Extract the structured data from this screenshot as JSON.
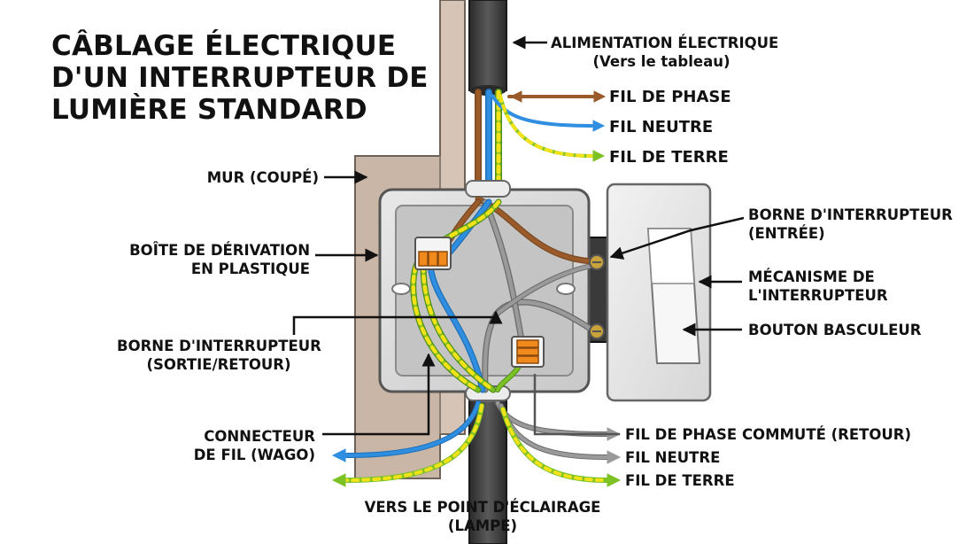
{
  "title": {
    "line1": "CÂBLAGE ÉLECTRIQUE",
    "line2": "D'UN INTERRUPTEUR DE",
    "line3": "LUMIÈRE STANDARD"
  },
  "labels": {
    "alimentation": "ALIMENTATION ÉLECTRIQUE",
    "alimentation_sub": "(Vers le tableau)",
    "fil_phase_top": "FIL DE PHASE",
    "fil_neutre_top": "FIL NEUTRE",
    "fil_terre_top": "FIL DE TERRE",
    "mur": "MUR (COUPÉ)",
    "boite_1": "BOÎTE DE DÉRIVATION",
    "boite_2": "EN PLASTIQUE",
    "borne_sortie_1": "BORNE D'INTERRUPTEUR",
    "borne_sortie_2": "(SORTIE/RETOUR)",
    "connecteur_1": "CONNECTEUR",
    "connecteur_2": "DE FIL (WAGO)",
    "eclairage_1": "VERS LE POINT D'ÉCLAIRAGE",
    "eclairage_2": "(LAMPE)",
    "borne_entree_1": "BORNE D'INTERRUPTEUR",
    "borne_entree_2": "(ENTRÉE)",
    "mecanisme_1": "MÉCANISME DE",
    "mecanisme_2": "L'INTERRUPTEUR",
    "bouton": "BOUTON BASCULEUR",
    "phase_commute": "FIL DE PHASE COMMUTÉ (RETOUR)",
    "fil_neutre_bottom": "FIL NEUTRE",
    "fil_terre_bottom": "FIL DE TERRE"
  },
  "colors": {
    "phase": "#9a5a2a",
    "neutre": "#2f8ee0",
    "terre_green": "#7cc225",
    "terre_yellow": "#f2e21a",
    "commute": "#8c8c8c",
    "cable": "#3a3a3a",
    "wall": "#cbb8a8",
    "box": "#dcdcdc",
    "wago_orange": "#f08a1c"
  }
}
